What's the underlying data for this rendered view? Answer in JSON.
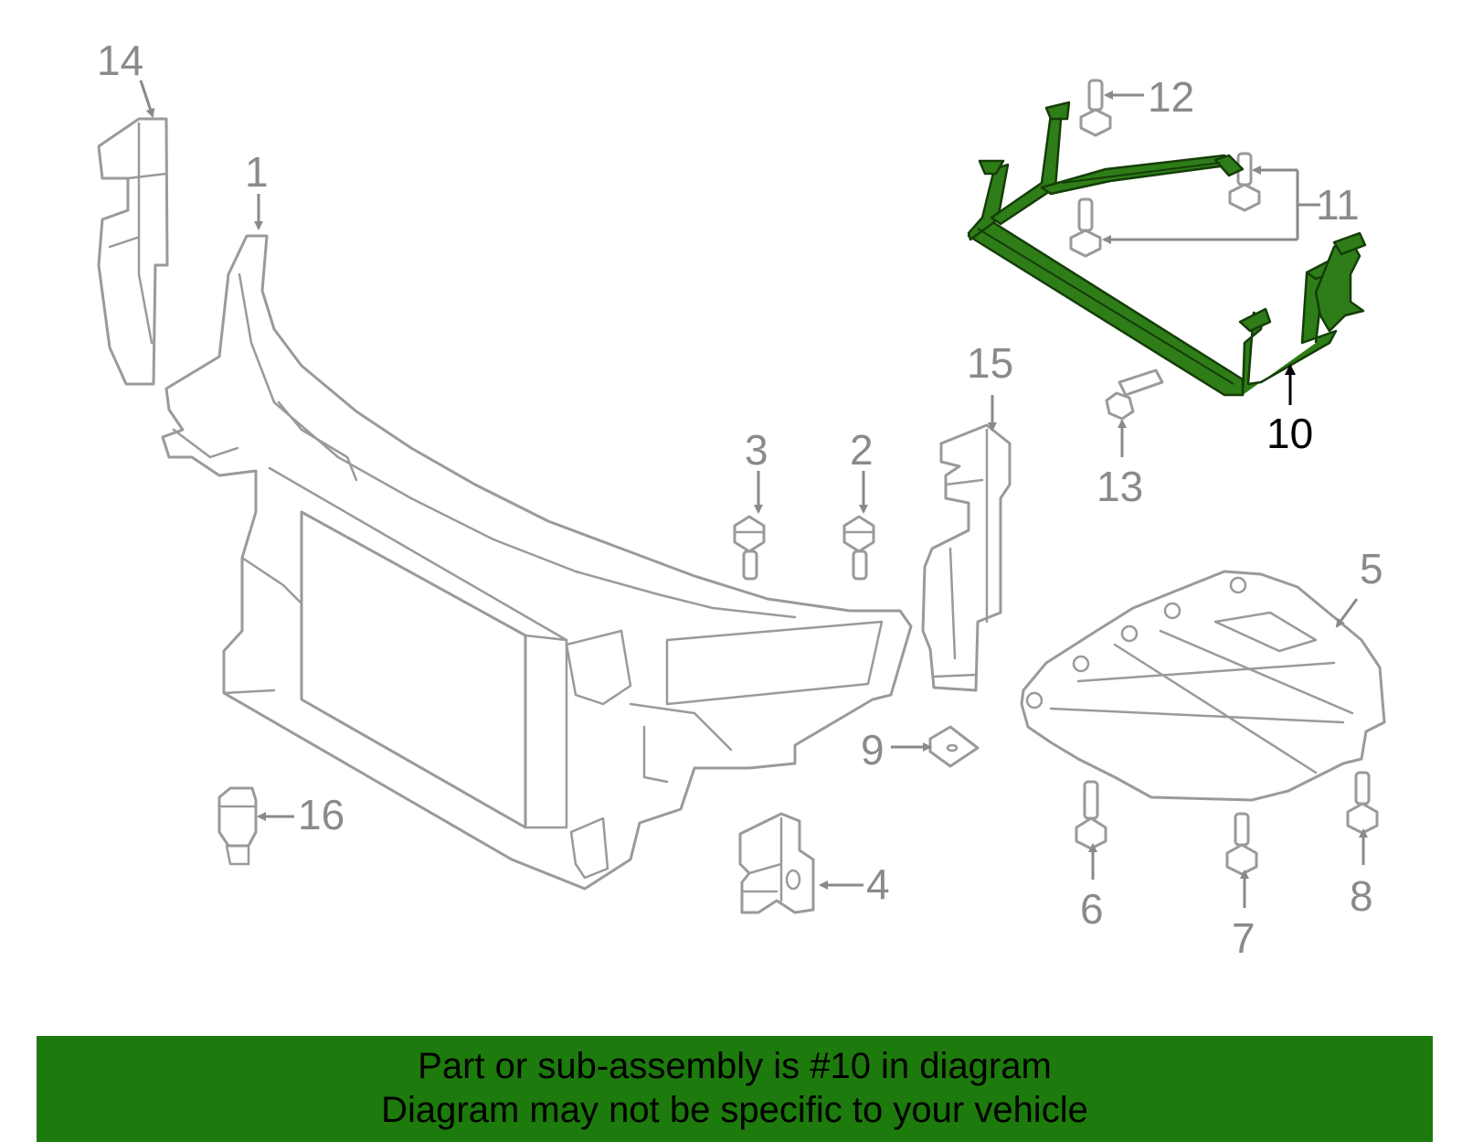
{
  "callouts": {
    "c1": "1",
    "c2": "2",
    "c3": "3",
    "c4": "4",
    "c5": "5",
    "c6": "6",
    "c7": "7",
    "c8": "8",
    "c9": "9",
    "c10": "10",
    "c11": "11",
    "c12": "12",
    "c13": "13",
    "c14": "14",
    "c15": "15",
    "c16": "16"
  },
  "highlight_part": "10",
  "colors": {
    "banner_background": "#1d7a0c",
    "highlight_part": "#2e7d18",
    "part_outline": "#9a9a9a",
    "callout_text": "#8a8a8a"
  },
  "banner": {
    "line1": "Part or sub-assembly is #10 in diagram",
    "line2": "Diagram may not be specific to your vehicle"
  }
}
